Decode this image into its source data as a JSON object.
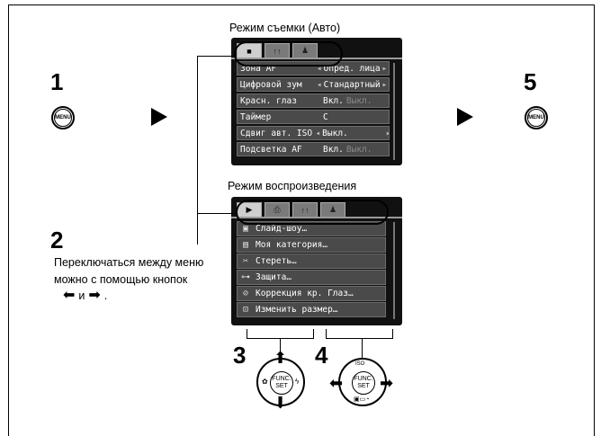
{
  "steps": {
    "s1": "1",
    "s2": "2",
    "s3": "3",
    "s4": "4",
    "s5": "5"
  },
  "menu_button_label": "MENU",
  "shooting": {
    "title": "Режим съемки (Авто)",
    "tabs": [
      "camera-tab",
      "tools-tab",
      "mymenu-tab"
    ],
    "rows": [
      {
        "label": "Зона AF",
        "value": "Опред. лица",
        "arrows": true
      },
      {
        "label": "Цифровой зум",
        "value": "Стандартный",
        "arrows": true
      },
      {
        "label": "Красн. глаз",
        "value": "Вкл.",
        "alt": "Выкл."
      },
      {
        "label": "Таймер",
        "value": "Ċ"
      },
      {
        "label": "Сдвиг авт. ISO",
        "value": "Выкл.",
        "arrows": true
      },
      {
        "label": "Подсветка AF",
        "value": "Вкл.",
        "alt": "Выкл."
      }
    ]
  },
  "playback": {
    "title": "Режим воспроизведения",
    "tabs": [
      "play-tab",
      "print-tab",
      "tools-tab",
      "mymenu-tab"
    ],
    "rows": [
      {
        "icon": "slideshow-icon",
        "label": "Слайд-шоу…"
      },
      {
        "icon": "category-icon",
        "label": "Моя категория…"
      },
      {
        "icon": "erase-icon",
        "label": "Стереть…"
      },
      {
        "icon": "protect-icon",
        "label": "Защита…"
      },
      {
        "icon": "redeye-icon",
        "label": "Коррекция кр. Глаз…"
      },
      {
        "icon": "resize-icon",
        "label": "Изменить размер…"
      }
    ]
  },
  "instruction": {
    "line1": "Переключаться между меню",
    "line2": "можно с помощью кнопок",
    "line3_mid": "и"
  },
  "dial": {
    "func": "FUNC.",
    "set": "SET",
    "iso": "ISO"
  }
}
